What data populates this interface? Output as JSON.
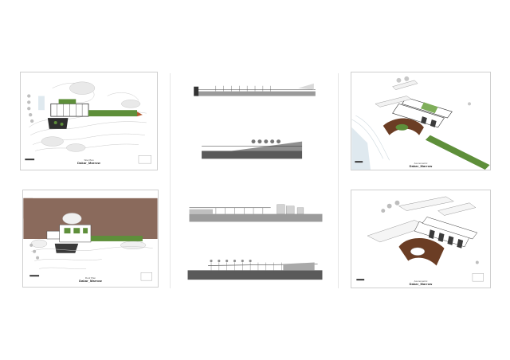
{
  "colors": {
    "background": "#ffffff",
    "grass": "#5e8f3a",
    "brown_ground": "#8a6a5c",
    "dark_roof": "#3b3b3b",
    "water": "#dfe9ef"
  },
  "sheets": [
    {
      "id": "plan-top",
      "subtitle": "Site Plan",
      "title": "Dakar_Marrow"
    },
    {
      "id": "sections-top",
      "subtitle": "",
      "title": ""
    },
    {
      "id": "axo-top",
      "subtitle": "Axonometric",
      "title": "Dakar_Marrow"
    },
    {
      "id": "plan-bottom",
      "subtitle": "Roof Plan",
      "title": "Dakar_Marrow"
    },
    {
      "id": "sections-bottom",
      "subtitle": "",
      "title": ""
    },
    {
      "id": "axo-bottom",
      "subtitle": "Axonometric",
      "title": "Dakar_Marrow"
    }
  ]
}
